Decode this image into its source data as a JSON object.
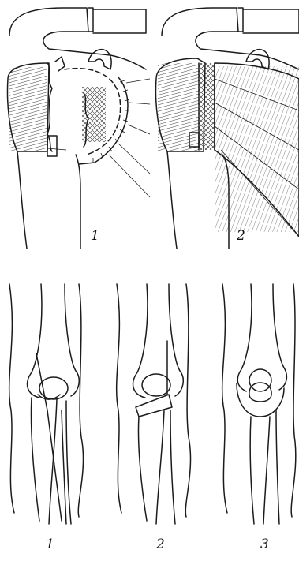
{
  "top_panel": {
    "labels": [
      "1",
      "2"
    ]
  },
  "bottom_panel": {
    "labels": [
      "1",
      "2",
      "3"
    ]
  }
}
